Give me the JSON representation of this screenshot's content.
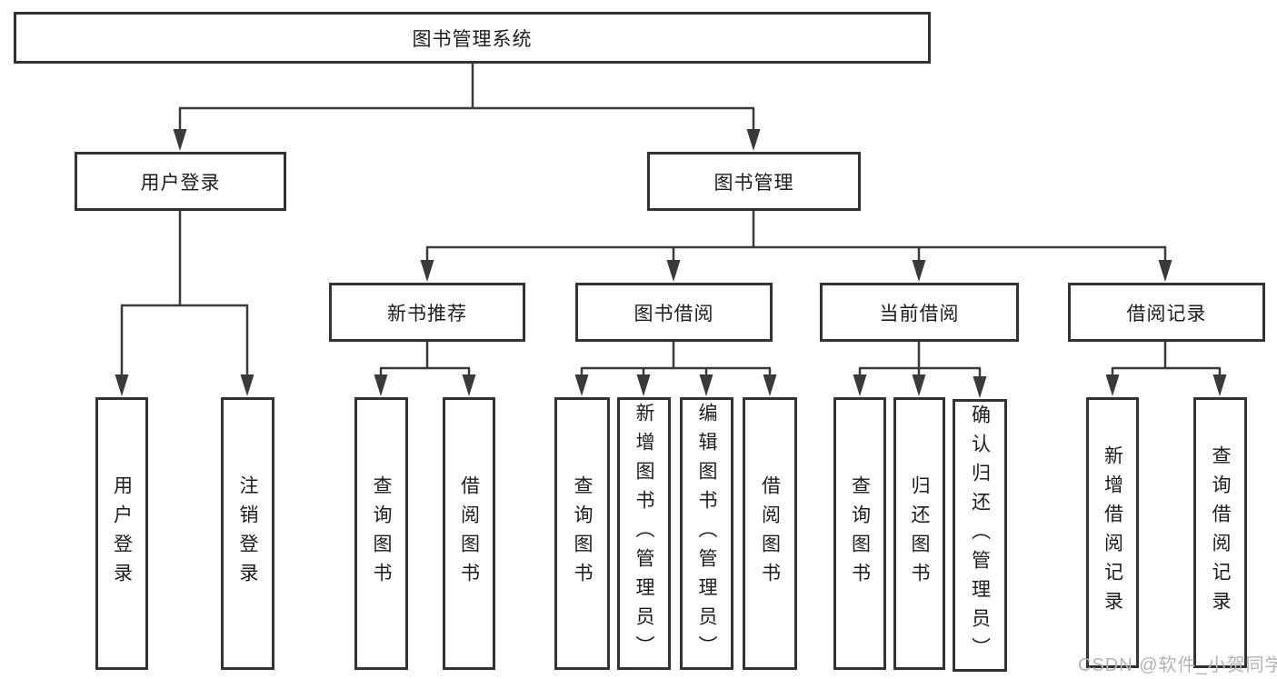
{
  "diagram_title": "图书管理系统",
  "nodes": {
    "root": "图书管理系统",
    "l2_user": "用户登录",
    "l2_book": "图书管理",
    "l3_new": "新书推荐",
    "l3_borrow": "图书借阅",
    "l3_current": "当前借阅",
    "l3_record": "借阅记录",
    "leaf_user_login": "用户登录",
    "leaf_logout": "注销登录",
    "leaf_new_query": "查询图书",
    "leaf_new_borrow": "借阅图书",
    "leaf_borrow_query": "查询图书",
    "leaf_borrow_add": "新增图书（管理员）",
    "leaf_borrow_edit": "编辑图书（管理员）",
    "leaf_borrow_borrow": "借阅图书",
    "leaf_current_query": "查询图书",
    "leaf_current_return": "归还图书",
    "leaf_current_confirm": "确认归还（管理员）",
    "leaf_record_add": "新增借阅记录",
    "leaf_record_query": "查询借阅记录"
  },
  "hierarchy": {
    "图书管理系统": {
      "用户登录": [
        "用户登录",
        "注销登录"
      ],
      "图书管理": {
        "新书推荐": [
          "查询图书",
          "借阅图书"
        ],
        "图书借阅": [
          "查询图书",
          "新增图书（管理员）",
          "编辑图书（管理员）",
          "借阅图书"
        ],
        "当前借阅": [
          "查询图书",
          "归还图书",
          "确认归还（管理员）"
        ],
        "借阅记录": [
          "新增借阅记录",
          "查询借阅记录"
        ]
      }
    }
  },
  "watermark": {
    "text": "CSDN @软件_小贺同学"
  },
  "colors": {
    "background": "#ffffff",
    "box_border": "#333333",
    "connector_line": "#3a3a3a",
    "text": "#1c1c1c",
    "watermark": "#b3b3b3"
  }
}
